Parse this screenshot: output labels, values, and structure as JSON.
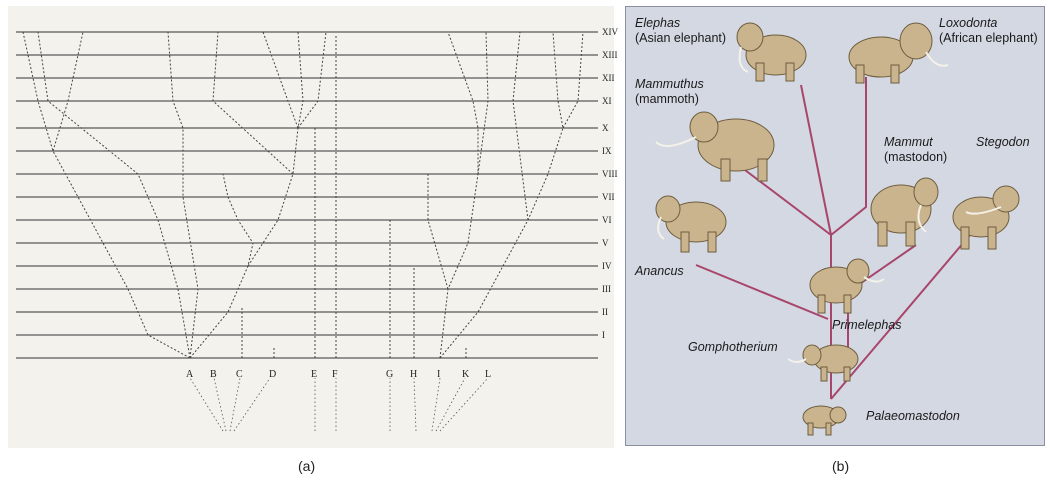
{
  "captions": {
    "a": "(a)",
    "b": "(b)"
  },
  "darwin_tree": {
    "generation_labels": [
      "XIV",
      "XIII",
      "XII",
      "XI",
      "X",
      "IX",
      "VIII",
      "VII",
      "VI",
      "V",
      "IV",
      "III",
      "II",
      "I"
    ],
    "ancestor_labels": [
      "A",
      "B",
      "C",
      "D",
      "E",
      "F",
      "G",
      "H",
      "I",
      "K",
      "L"
    ]
  },
  "elephant_tree": {
    "elephas": {
      "genus": "Elephas",
      "common": "(Asian elephant)"
    },
    "loxodonta": {
      "genus": "Loxodonta",
      "common": "(African elephant)"
    },
    "mammuthus": {
      "genus": "Mammuthus",
      "common": "(mammoth)"
    },
    "mammut": {
      "genus": "Mammut",
      "common": "(mastodon)"
    },
    "stegodon": {
      "genus": "Stegodon"
    },
    "anancus": {
      "genus": "Anancus"
    },
    "primelephas": {
      "genus": "Primelephas"
    },
    "gomphotherium": {
      "genus": "Gomphotherium"
    },
    "palaeomastodon": {
      "genus": "Palaeomastodon"
    },
    "branch_color": "#a8456a",
    "animal_color": "#c9b48e"
  }
}
